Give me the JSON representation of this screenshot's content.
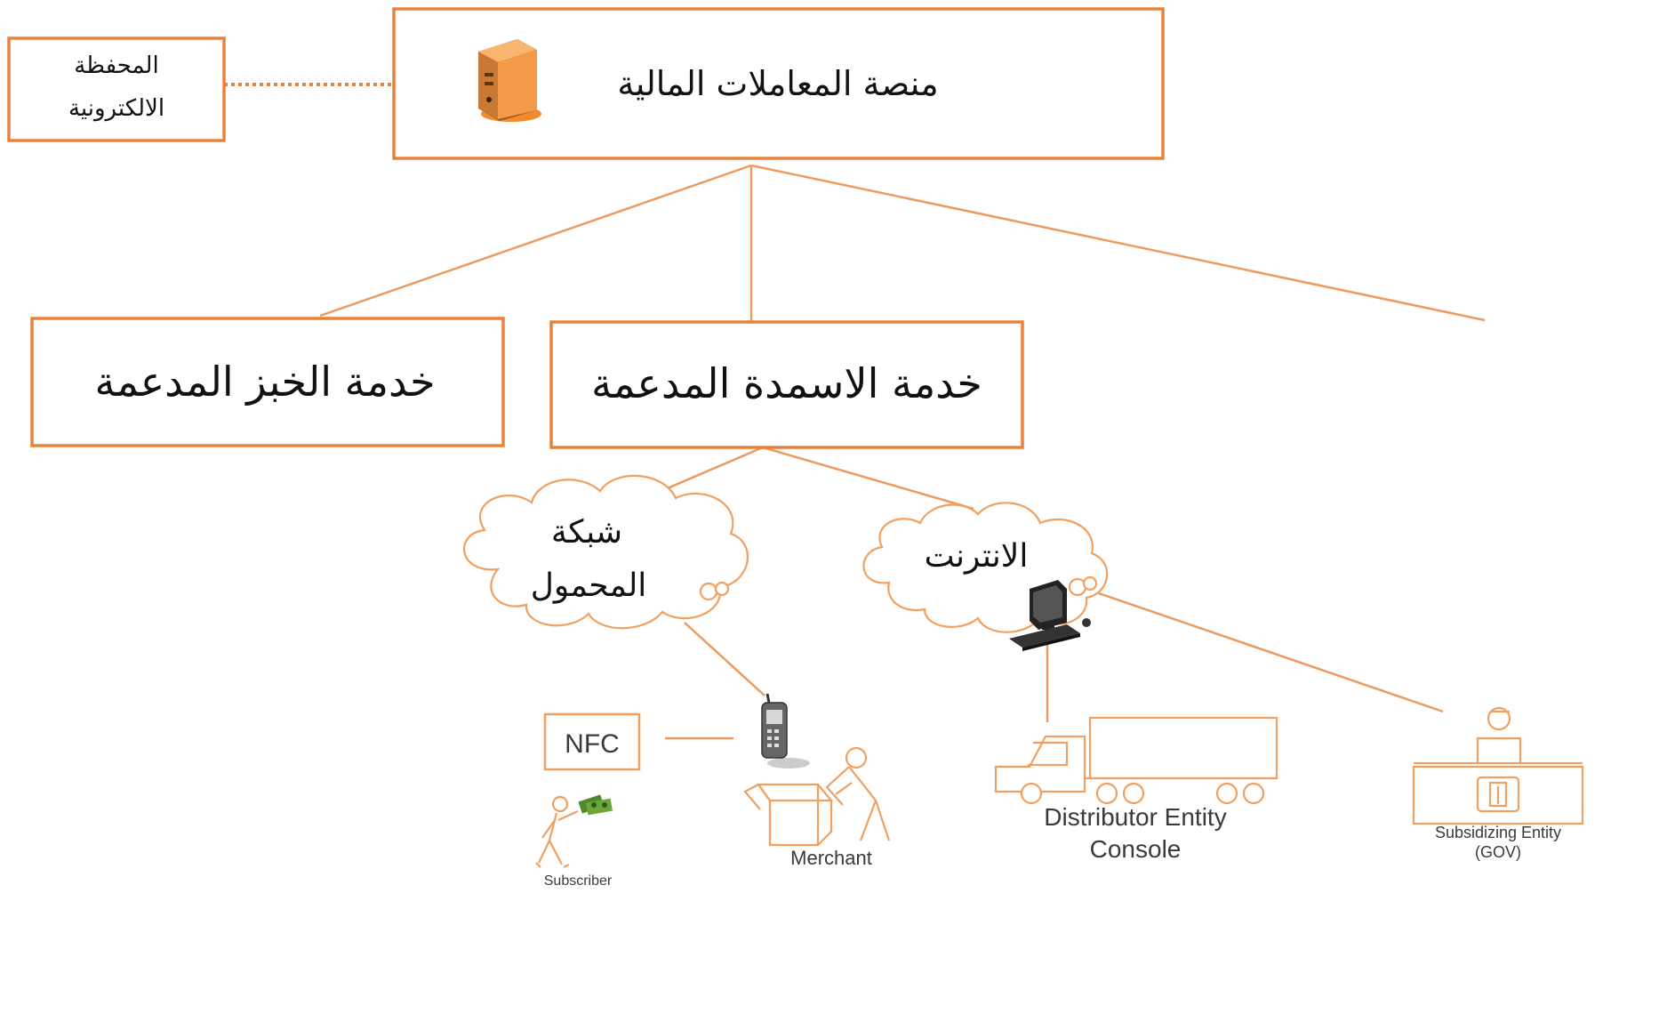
{
  "diagram": {
    "platform": {
      "label": "منصة المعاملات المالية",
      "icon": "server-icon"
    },
    "wallet": {
      "line1": "المحفظة",
      "line2": "الالكترونية"
    },
    "services": {
      "bread": "خدمة الخبز المدعمة",
      "fertilizer": "خدمة الاسمدة المدعمة"
    },
    "networks": {
      "mobile": {
        "line1": "شبكة",
        "line2": "المحمول"
      },
      "internet": {
        "line1": "الانترنت"
      }
    },
    "nfc": "NFC",
    "actors": {
      "subscriber": "Subscriber",
      "merchant": "Merchant",
      "distributor": {
        "line1": "Distributor Entity",
        "line2": "Console"
      },
      "subsidizing": {
        "line1": "Subsidizing Entity",
        "line2": "(GOV)"
      }
    },
    "colors": {
      "accent": "#E8823A",
      "line": "#EE9A5E",
      "stroke": "#F0A060"
    }
  }
}
